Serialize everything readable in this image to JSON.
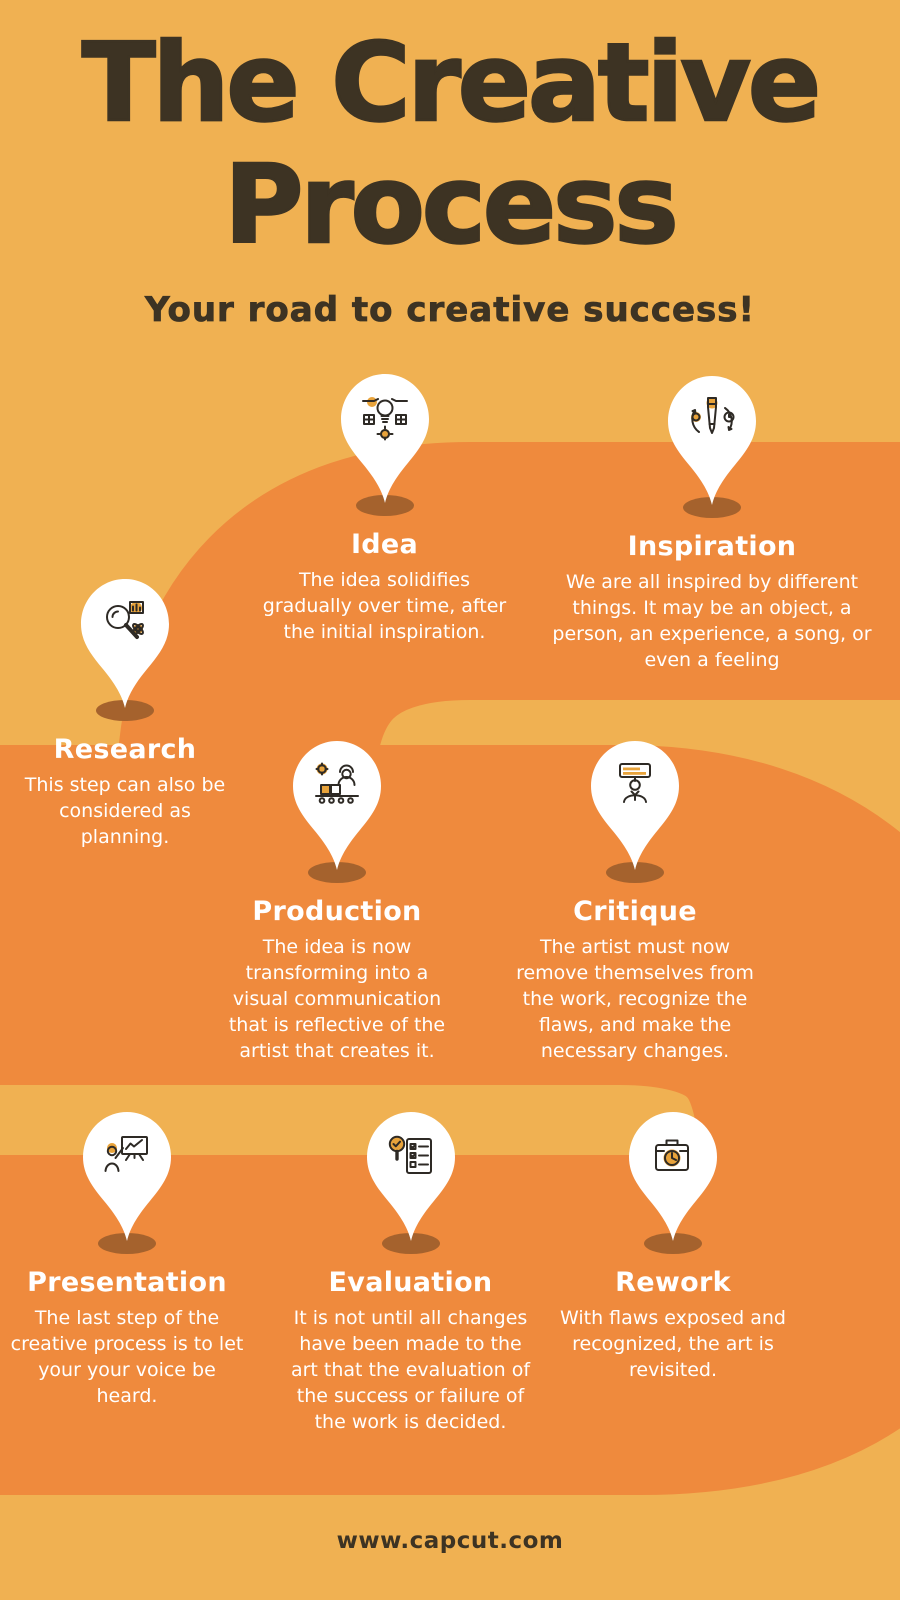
{
  "page": {
    "title_line1": "The Creative",
    "title_line2": "Process",
    "subtitle": "Your road to creative success!",
    "footer": "www.capcut.com"
  },
  "colors": {
    "background": "#F0B152",
    "road": "#EF8A3D",
    "title_text": "#3D3323",
    "step_text": "#FFFFFF",
    "pin_fill": "#FFFFFF",
    "pin_shadow": "#A5622D",
    "icon_accent": "#E8A33B",
    "icon_line": "#2E2A25"
  },
  "steps": [
    {
      "id": "idea",
      "title": "Idea",
      "description": "The idea solidifies gradually over time, after the initial inspiration.",
      "icon": "lightbulb-gear-icon"
    },
    {
      "id": "inspiration",
      "title": "Inspiration",
      "description": "We are all inspired by different things.  It may be an object, a person, an experience, a song, or even a feeling",
      "icon": "pencil-ideas-icon"
    },
    {
      "id": "research",
      "title": "Research",
      "description": "This step can also be considered as planning.",
      "icon": "magnifier-chart-icon"
    },
    {
      "id": "production",
      "title": "Production",
      "description": "The idea is now transforming into a visual communication that is reflective of the artist that creates it.",
      "icon": "factory-worker-icon"
    },
    {
      "id": "critique",
      "title": "Critique",
      "description": "The artist must now remove themselves from the work, recognize the flaws, and make the necessary changes.",
      "icon": "presenter-board-icon"
    },
    {
      "id": "presentation",
      "title": "Presentation",
      "description": "The last step of the creative process is to let your your voice be heard.",
      "icon": "presentation-screen-icon"
    },
    {
      "id": "evaluation",
      "title": "Evaluation",
      "description": "It is not until all changes have been made to the art that the evaluation of the success or failure of the work is decided.",
      "icon": "magnifier-checklist-icon"
    },
    {
      "id": "rework",
      "title": "Rework",
      "description": "With flaws exposed and recognized, the art is revisited.",
      "icon": "briefcase-clock-icon"
    }
  ]
}
